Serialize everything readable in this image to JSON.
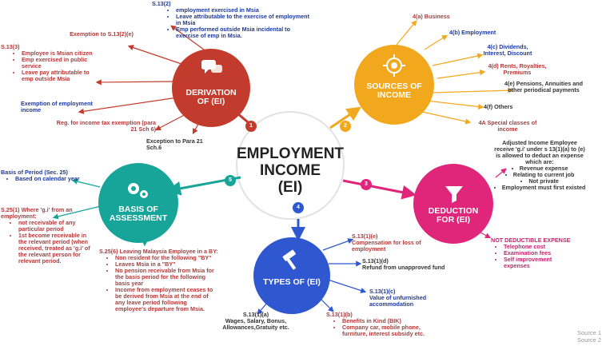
{
  "center": {
    "title_line1": "EMPLOYMENT",
    "title_line2": "INCOME",
    "title_line3": "(EI)"
  },
  "nodes": {
    "derivation": {
      "label1": "DERIVATION",
      "label2": "OF (EI)",
      "num": "1",
      "color": "#c23b2c",
      "icon": "speech-bubbles-icon"
    },
    "sources": {
      "label1": "SOURCES OF",
      "label2": "INCOME",
      "num": "2",
      "color": "#f2a81d",
      "icon": "target-icon"
    },
    "deduction": {
      "label1": "DEDUCTION",
      "label2": "FOR (EI)",
      "num": "3",
      "color": "#e0267a",
      "icon": "funnel-icon"
    },
    "types": {
      "label1": "TYPES OF (EI)",
      "num": "4",
      "color": "#2f57cf",
      "icon": "hammer-icon"
    },
    "basis": {
      "label1": "BASIS OF",
      "label2": "ASSESSMENT",
      "num": "5",
      "color": "#17a59a",
      "icon": "gears-icon"
    }
  },
  "derivation_texts": {
    "s132_head": "S.13(2)",
    "s132_items": [
      "employment exercised in Msia",
      "Leave attributable to the exercise of employment in Msia",
      "Emp performed outside Msia incidental to exercise of emp in Msia."
    ],
    "exemption": "Exemption to S.13(2)(e)",
    "s133_head": "S.13(3)",
    "s133_items": [
      "Employee is Msian citizen",
      "Emp exercised in public service",
      "Leave pay attributable to emp outside Msia"
    ],
    "exemption_emp": "Exemption of employment income",
    "reg": "Reg. for income tax exemption  (para 21 Sch 6)",
    "exception": "Exception to Para 21 Sch.6"
  },
  "sources_texts": {
    "a": "4(a) Business",
    "b": "4(b) Employment",
    "c": "4(c) Dividends, Interest, Discount",
    "d": "4(d) Rents, Royalties, Premiums",
    "e": "4(e) Pensions, Annuities and other periodical payments",
    "f": "4(f) Others",
    "special": "4A Special classes of income"
  },
  "deduction_texts": {
    "intro": "Adjusted Income Employee receive 'g.i' under s 13(1)(a) to (e) is allowed to deduct an expense which are:",
    "items": [
      "Revenue expense",
      "Relating to current job",
      "Not private",
      "Employment must first existed"
    ],
    "nd_head": "NOT DEDUCTIBLE EXPENSE",
    "nd_items": [
      "Telephone cost",
      "Examination fees",
      "Self improvement expenses"
    ]
  },
  "types_texts": {
    "e_head": "S.13(1)(e)",
    "e_body": "Compensation for loss of employment",
    "d_head": "S.13(1)(d)",
    "d_body": "Refund from unapproved fund",
    "c_head": "S.13(1)(c)",
    "c_body": "Value of unfurnished accommodation",
    "a_head": "S.13(1)(a)",
    "a_body": "Wages, Salary, Bonus, Allowances,Gratuity etc.",
    "b_head": "S.13(1)(b)",
    "b_items": [
      "Benefits in Kind (BIK)",
      "Company car, mobile phone, furniture, interest subsidy etc."
    ]
  },
  "basis_texts": {
    "period_head": "Basis of Period (Sec. 25)",
    "period_items": [
      "Based on calendar year"
    ],
    "s251_head": "S.25(1) Where 'g.i' from an employment:",
    "s251_items": [
      "not receivable of any particular period",
      "1st become receivable in the relevant period (when received, treated as 'g.i' of the relevant person for relevant period."
    ],
    "s256_head": "S.25(6) Leaving Malaysia Employee in a BY:",
    "s256_items": [
      "Non resident for the following \"BY\"",
      "Leaves Msia in a \"BY\"",
      "No pension receivable from Msia for the basis period for the following basis year",
      "Income from employment ceases to be derived from Msia at the end of any leave period following employee's departure from Msia."
    ]
  },
  "sources_footer": [
    "Source 1",
    "Source 2"
  ]
}
